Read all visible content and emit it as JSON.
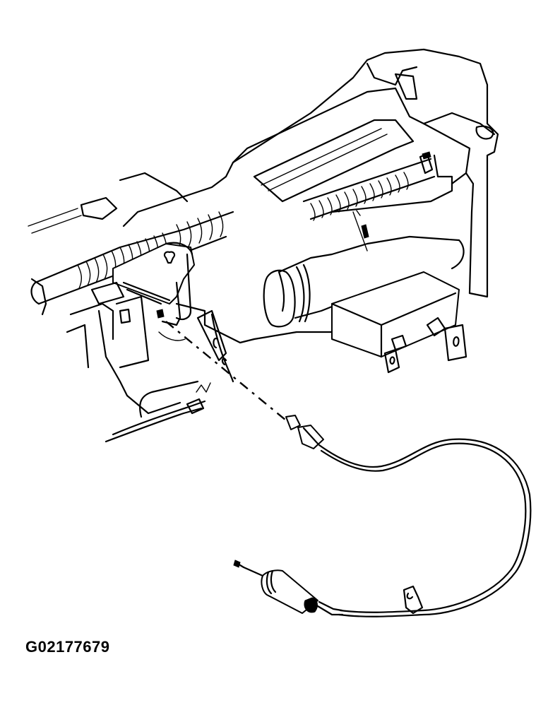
{
  "figure": {
    "id_label": "G02177679",
    "style": "black line art on white",
    "colors": {
      "line": "#000000",
      "background": "#ffffff"
    }
  },
  "components": [
    {
      "name": "instrument-panel-carrier",
      "description": "Instrument panel support structure (isometric view)"
    },
    {
      "name": "wiring-harness",
      "description": "Corrugated wiring harness running along the carrier"
    },
    {
      "name": "steering-column-bracket",
      "description": "Mounting bracket with keyhole slot"
    },
    {
      "name": "hvac-duct",
      "description": "Round duct outlet at center"
    },
    {
      "name": "control-module-box",
      "description": "Rectangular module with two mounting tabs"
    },
    {
      "name": "cable-connector",
      "description": "Cable end connector on dashed routing line"
    },
    {
      "name": "cable",
      "description": "Looping flexible cable"
    },
    {
      "name": "cylindrical-actuator",
      "description": "Cylindrical actuator/servo at cable end"
    },
    {
      "name": "cable-clip",
      "description": "Retaining clip on cable"
    }
  ]
}
